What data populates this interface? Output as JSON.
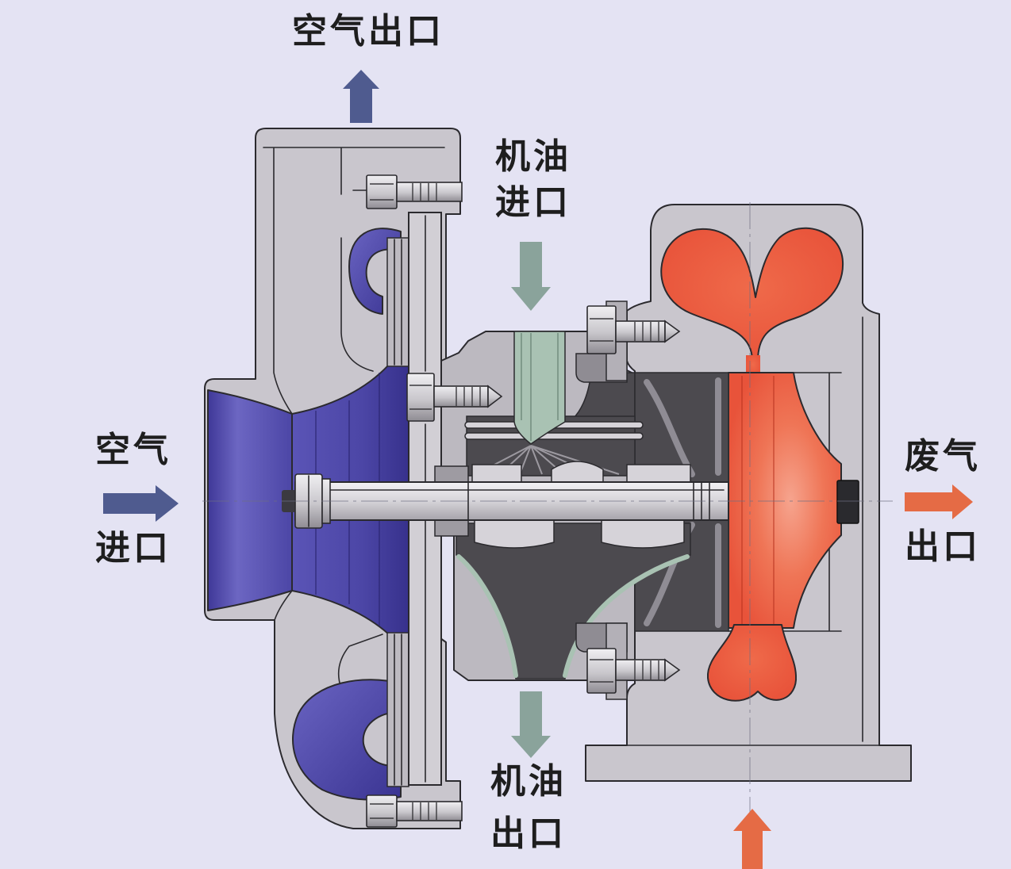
{
  "labels": {
    "air_outlet": "空气出口",
    "oil_inlet": [
      "机油",
      "进口"
    ],
    "air_inlet": [
      "空气",
      "进口"
    ],
    "exhaust_outlet": [
      "废气",
      "出口"
    ],
    "oil_outlet": [
      "机油",
      "出口"
    ]
  },
  "colors": {
    "background": "#e4e3f3",
    "housing": "#c9c6cd",
    "center_housing": "#bcb9c0",
    "cavity": "#4c4a4f",
    "compressor": "#4c46a6",
    "turbine": "#e8533a",
    "oil": "#a9c2b3",
    "air_arrow": "#4f5b8f",
    "oil_arrow": "#8aa39b",
    "exhaust_arrow": "#e56b45",
    "outline": "#2b2a2e",
    "text": "#1e1e1e"
  }
}
